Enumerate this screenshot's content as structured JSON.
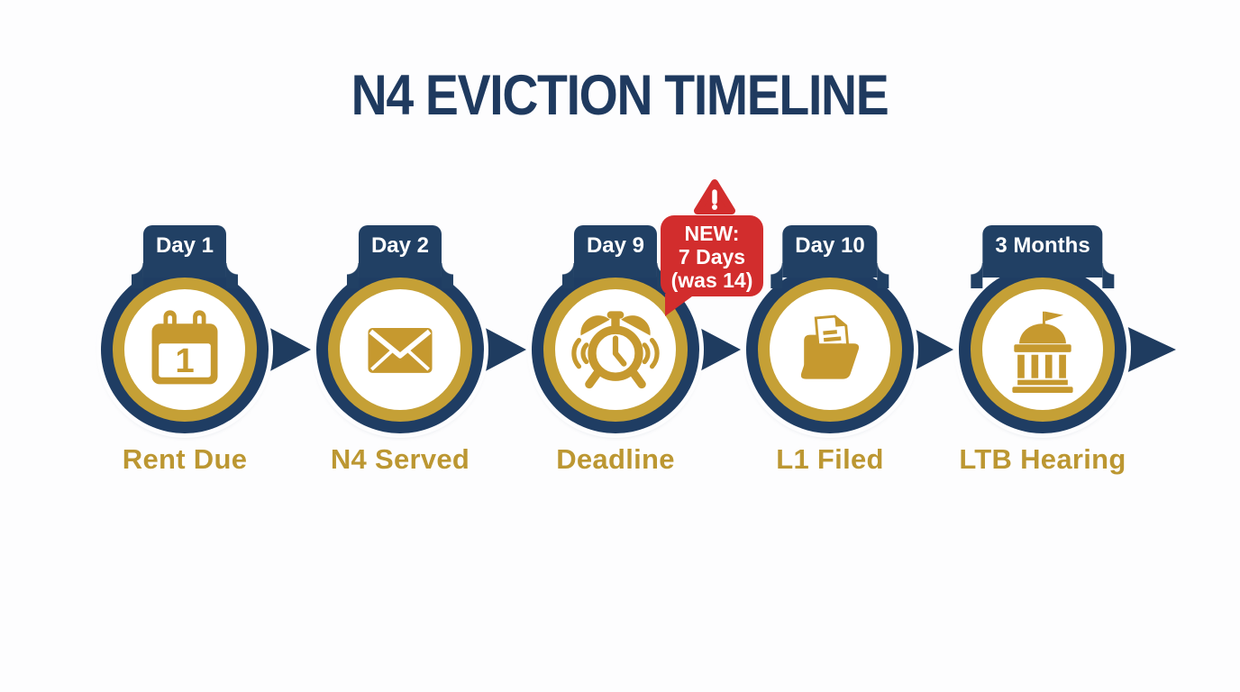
{
  "title": "N4 EVICTION TIMELINE",
  "steps": [
    {
      "day": "Day 1",
      "label": "Rent Due",
      "icon": "calendar-icon"
    },
    {
      "day": "Day 2",
      "label": "N4 Served",
      "icon": "envelope-icon"
    },
    {
      "day": "Day 9",
      "label": "Deadline",
      "icon": "alarm-clock-icon"
    },
    {
      "day": "Day 10",
      "label": "L1 Filed",
      "icon": "folder-document-icon"
    },
    {
      "day": "3 Months",
      "label": "LTB Hearing",
      "icon": "courthouse-icon"
    }
  ],
  "callout": {
    "warning_icon": "warning-triangle-icon",
    "lines": [
      "NEW:",
      "7 Days",
      "(was 14)"
    ],
    "attached_to": "Day 9"
  },
  "colors": {
    "navy": "#1F3D63",
    "gold": "#C5A036",
    "gold_text": "#BC9732",
    "red": "#D22D2D",
    "background": "#FDFDFE"
  }
}
